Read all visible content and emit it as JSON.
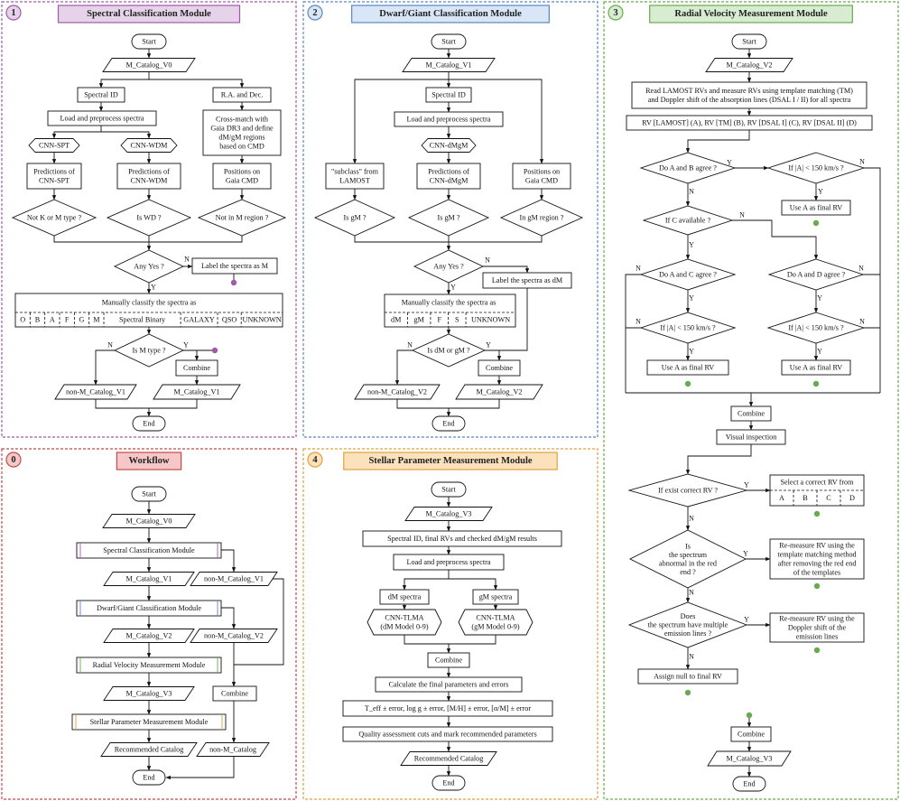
{
  "colors": {
    "m1": "#a05aa8",
    "m1_fill": "#e6d3ea",
    "m2": "#5b87c5",
    "m2_fill": "#d8e6f7",
    "m3": "#6aaa4e",
    "m3_fill": "#d7ecd0",
    "m0": "#c24a4a",
    "m0_fill": "#f6c7c7",
    "m4": "#e0a03a",
    "m4_fill": "#fbe2bd"
  },
  "yes": "Y",
  "no": "N",
  "start": "Start",
  "end": "End",
  "m1": {
    "num": "1",
    "title": "Spectral Classification Module",
    "catalog_in": "M_Catalog_V0",
    "spectral_id": "Spectral ID",
    "radec": "R.A. and Dec.",
    "load": "Load and preprocess spectra",
    "crossmatch": [
      "Cross-match with",
      "Gaia DR3 and define",
      "dM/gM regions",
      "based on CMD"
    ],
    "cnn_spt": "CNN-SPT",
    "cnn_wdm": "CNN-WDM",
    "pred_spt": [
      "Predictions of",
      "CNN-SPT"
    ],
    "pred_wdm": [
      "Predictions of",
      "CNN-WDM"
    ],
    "positions": [
      "Positions on",
      "Gaia CMD"
    ],
    "q_notkm": "Not K or M type ?",
    "q_iswd": "Is WD ?",
    "q_notm": "Not in M region ?",
    "q_any": "Any Yes ?",
    "label_m": "Label the spectra as M",
    "manual": "Manually classify the spectra as",
    "classes": [
      "O",
      "B",
      "A",
      "F",
      "G",
      "M",
      "Spectral Binary",
      "GALAXY",
      "QSO",
      "UNKNOWN"
    ],
    "q_ism": "Is M type ?",
    "combine": "Combine",
    "out_nonm": "non-M_Catalog_V1",
    "out_m": "M_Catalog_V1"
  },
  "m2": {
    "num": "2",
    "title": "Dwarf/Giant Classification Module",
    "catalog_in": "M_Catalog_V1",
    "spectral_id": "Spectral ID",
    "load": "Load and preprocess spectra",
    "cnn": "CNN-dMgM",
    "subclass": [
      "\"subclass\" from",
      "LAMOST"
    ],
    "pred": [
      "Predictions of",
      "CNN-dMgM"
    ],
    "positions": [
      "Positions on",
      "Gaia CMD"
    ],
    "q_isgm1": "Is gM ?",
    "q_isgm2": "Is gM ?",
    "q_ingm": "In gM region ?",
    "q_any": "Any Yes ?",
    "label_dm": "Label the spectra as dM",
    "manual": "Manually classify the spectra as",
    "classes": [
      "dM",
      "gM",
      "F",
      "S",
      "UNKNOWN"
    ],
    "q_dmgm": "Is dM or gM ?",
    "combine": "Combine",
    "out_nonm": "non-M_Catalog_V2",
    "out_m": "M_Catalog_V2"
  },
  "m3": {
    "num": "3",
    "title": "Radial Velocity Measurement Module",
    "catalog_in": "M_Catalog_V2",
    "read": [
      "Read LAMOST RVs and measure RVs using template matching (TM)",
      "and Doppler shift of the absorption lines (DSAL I / II) for all spectra"
    ],
    "rvlist": "RV [LAMOST] (A), RV [TM] (B), RV [DSAL I] (C), RV [DSAL II] (D)",
    "q_ab": "Do A and B agree ?",
    "q_abs1": "If |A| < 150 km/s ?",
    "use_a1": "Use A as final RV",
    "q_c": "If C available ?",
    "q_ac": "Do A and C agree ?",
    "q_ad": "Do A and D agree ?",
    "q_abs2": "If |A| < 150 km/s ?",
    "q_abs3": "If |A| < 150 km/s ?",
    "use_a2": "Use A as final RV",
    "use_a3": "Use A as final RV",
    "combine": "Combine",
    "visual": "Visual inspection",
    "q_exist": "If exist correct RV ?",
    "select": "Select a correct RV from",
    "rv_opts": [
      "A",
      "B",
      "C",
      "D"
    ],
    "q_abn": [
      "Is",
      "the spectrum",
      "abnormal in the red",
      "end ?"
    ],
    "remeasure1": [
      "Re-measure RV using the",
      "template matching method",
      "after removing the red end",
      "of the templates"
    ],
    "q_multi": [
      "Does",
      "the spectrum have multiple",
      "emission lines ?"
    ],
    "remeasure2": [
      "Re-measure RV using the",
      "Doppler shift of the",
      "emission lines"
    ],
    "assign_null": "Assign null to final RV",
    "combine2": "Combine",
    "out": "M_Catalog_V3"
  },
  "m0": {
    "num": "0",
    "title": "Workflow",
    "v0": "M_Catalog_V0",
    "mod1": "Spectral Classification Module",
    "v1": "M_Catalog_V1",
    "nonv1": "non-M_Catalog_V1",
    "mod2": "Dwarf/Giant Classification Module",
    "v2": "M_Catalog_V2",
    "nonv2": "non-M_Catalog_V2",
    "mod3": "Radial Velocity Measurement Module",
    "v3": "M_Catalog_V3",
    "combine": "Combine",
    "mod4": "Stellar Parameter Measurement Module",
    "rec": "Recommended Catalog",
    "nonm": "non-M_Catalog"
  },
  "m4": {
    "num": "4",
    "title": "Stellar Parameter Measurement Module",
    "catalog_in": "M_Catalog_V3",
    "specid": "Spectral ID, final RVs and checked dM/gM results",
    "load": "Load and preprocess spectra",
    "dm": "dM spectra",
    "gm": "gM spectra",
    "tlma_dm": [
      "CNN-TLMA",
      "(dM Model 0-9)"
    ],
    "tlma_gm": [
      "CNN-TLMA",
      "(gM Model 0-9)"
    ],
    "combine": "Combine",
    "calc": "Calculate the final parameters and errors",
    "params": "T_eff ± error, log g ± error, [M/H] ± error, [α/M] ± error",
    "quality": "Quality assessment cuts and mark recommended parameters",
    "rec": "Recommended Catalog"
  }
}
